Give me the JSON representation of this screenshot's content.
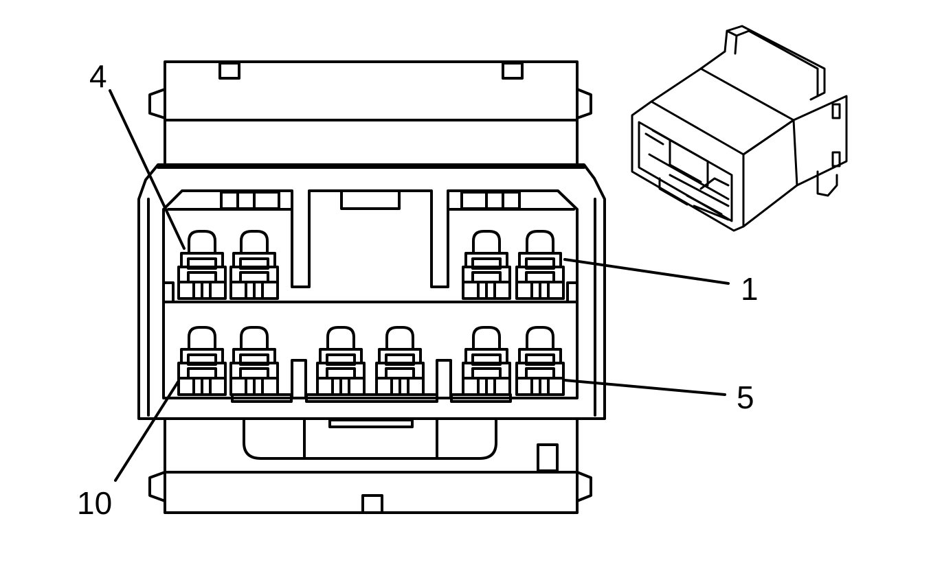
{
  "callouts": {
    "pin4": "4",
    "pin1": "1",
    "pin5": "5",
    "pin10": "10"
  },
  "colors": {
    "line": "#000000",
    "background": "#ffffff"
  },
  "figure": {
    "type": "connector-end-view-with-isometric-inset",
    "terminal_rows": 2,
    "upper_row_cavities": 4,
    "lower_row_cavities": 6
  }
}
